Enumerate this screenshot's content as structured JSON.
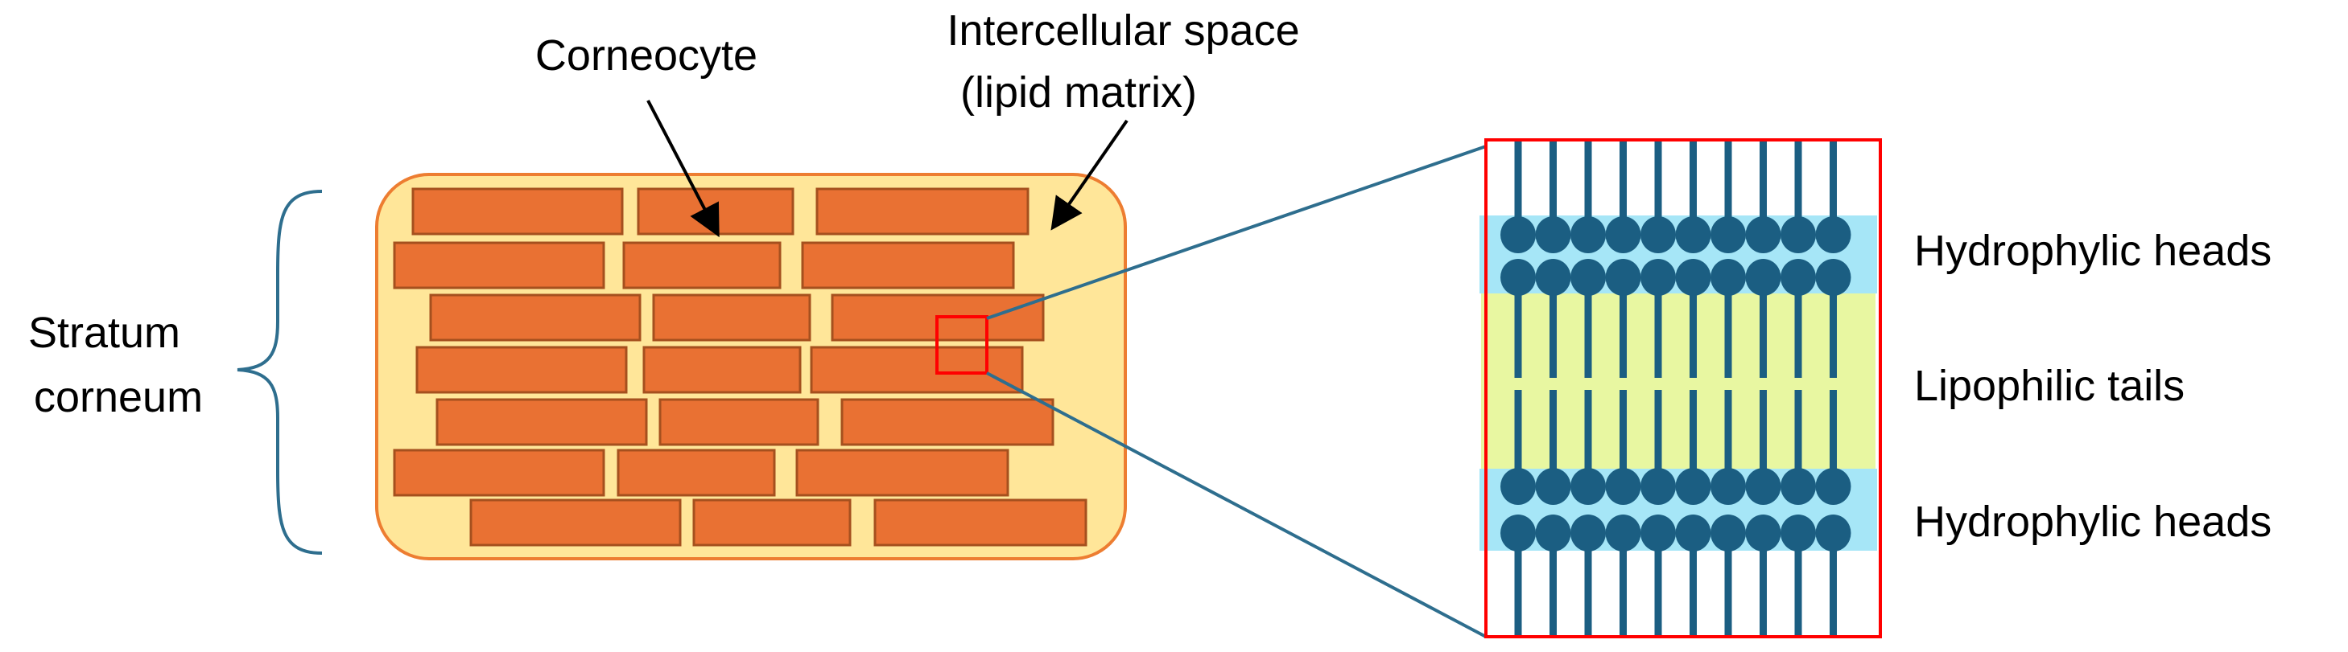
{
  "labels": {
    "stratum_line1": "Stratum",
    "stratum_line2": "corneum",
    "corneocyte": "Corneocyte",
    "intercellular_line1": "Intercellular space",
    "intercellular_line2": "(lipid matrix)",
    "heads_top": "Hydrophylic heads",
    "tails": "Lipophilic tails",
    "heads_bottom": "Hydrophylic heads"
  },
  "colors": {
    "matrix_fill": "#FFE699",
    "matrix_stroke": "#ED7D31",
    "brick_fill": "#E97133",
    "brick_stroke": "#A5501E",
    "highlight": "#FF0000",
    "lipid": "#1B5E82",
    "head_band": "#A6E6F7",
    "tail_band": "#E8F7A1",
    "brace": "#2E6E8E",
    "zoom_line": "#2E6E8E"
  },
  "icons": [
    "curly-brace-icon",
    "arrow-icon",
    "phospholipid-icon"
  ]
}
